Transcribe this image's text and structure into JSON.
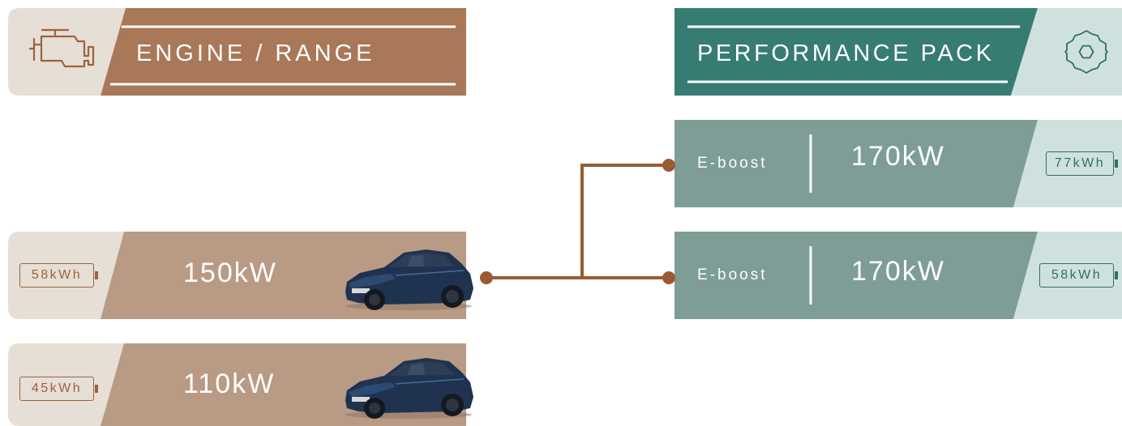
{
  "colors": {
    "brown_dark": "#a97858",
    "brown_light": "#b99a84",
    "beige": "#e5dfd6",
    "teal_dark": "#377c73",
    "teal_mid": "#7d9d96",
    "teal_light": "#cfe1de",
    "connector": "#9a5a32",
    "car_body": "#1f3350"
  },
  "left_header": {
    "title": "ENGINE / RANGE",
    "icon": "engine-icon"
  },
  "right_header": {
    "title": "PERFORMANCE PACK",
    "icon": "gear-icon"
  },
  "engines": [
    {
      "battery": "58kWh",
      "power": "150kW"
    },
    {
      "battery": "45kWh",
      "power": "110kW"
    }
  ],
  "performance": [
    {
      "label": "E-boost",
      "power": "170kW",
      "battery": "77kWh"
    },
    {
      "label": "E-boost",
      "power": "170kW",
      "battery": "58kWh"
    }
  ]
}
